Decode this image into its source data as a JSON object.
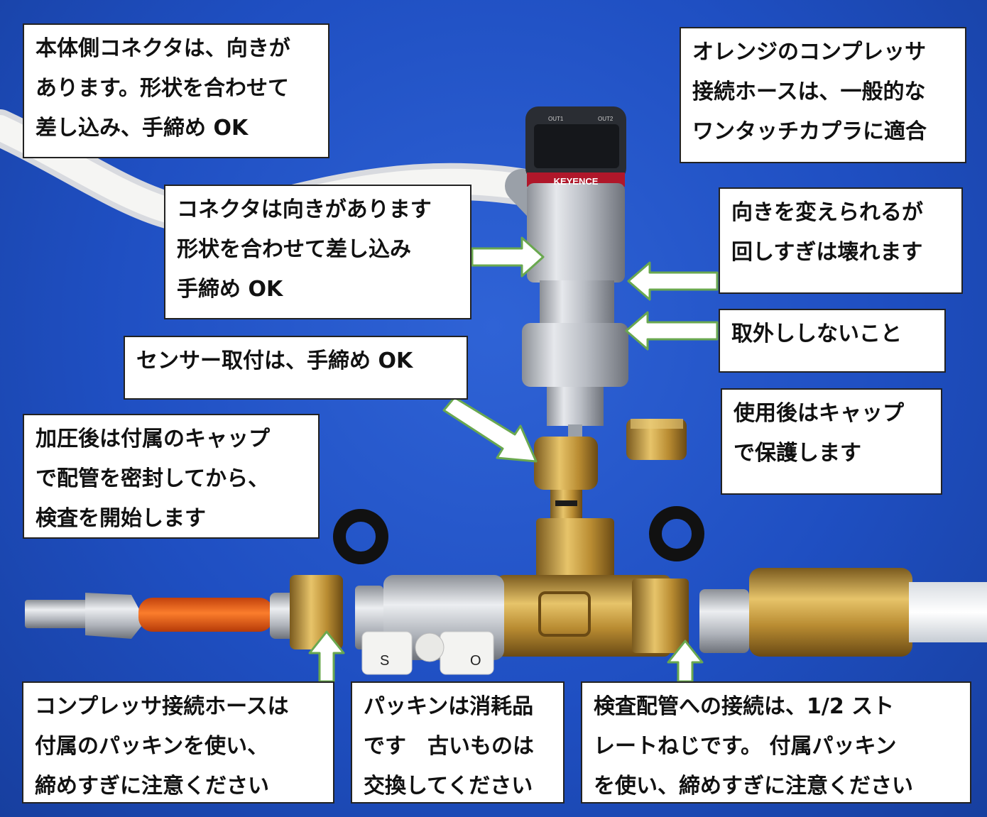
{
  "colors": {
    "background": "#1f4fc2",
    "note_fill": "#ffffff",
    "arrow_fill": "#ffffff",
    "arrow_stroke": "#6aa84f"
  },
  "device": {
    "brand_label": "KEYENCE",
    "out1_label": "OUT1",
    "out2_label": "OUT2"
  },
  "valve_labels": [
    "S",
    "O"
  ],
  "callouts": {
    "main_connector": [
      "本体側コネクタは、向きが",
      "あります。形状を合わせて",
      "差し込み、手締め OK"
    ],
    "orange_hose": [
      "オレンジのコンプレッサ",
      "接続ホースは、一般的な",
      "ワンタッチカプラに適合"
    ],
    "sensor_connector": [
      "コネクタは向きがあります",
      "形状を合わせて差し込み",
      "手締め OK"
    ],
    "rotate": [
      "向きを変えられるが",
      "回しすぎは壊れます"
    ],
    "no_remove": [
      "取外ししないこと"
    ],
    "sensor_mount": [
      "センサー取付は、手締め OK"
    ],
    "pressurize": [
      "加圧後は付属のキャップ",
      "で配管を密封してから、",
      "検査を開始します"
    ],
    "cap": [
      "使用後はキャップ",
      "で保護します"
    ],
    "hose_packing": [
      "コンプレッサ接続ホースは",
      "付属のパッキンを使い、",
      "締めすぎに注意ください"
    ],
    "packing_consumable": [
      "パッキンは消耗品",
      "です　古いものは",
      "交換してください"
    ],
    "pipe_connection": [
      "検査配管への接続は、1/2 スト",
      "レートねじです。 付属パッキン",
      "を使い、締めすぎに注意ください"
    ]
  }
}
